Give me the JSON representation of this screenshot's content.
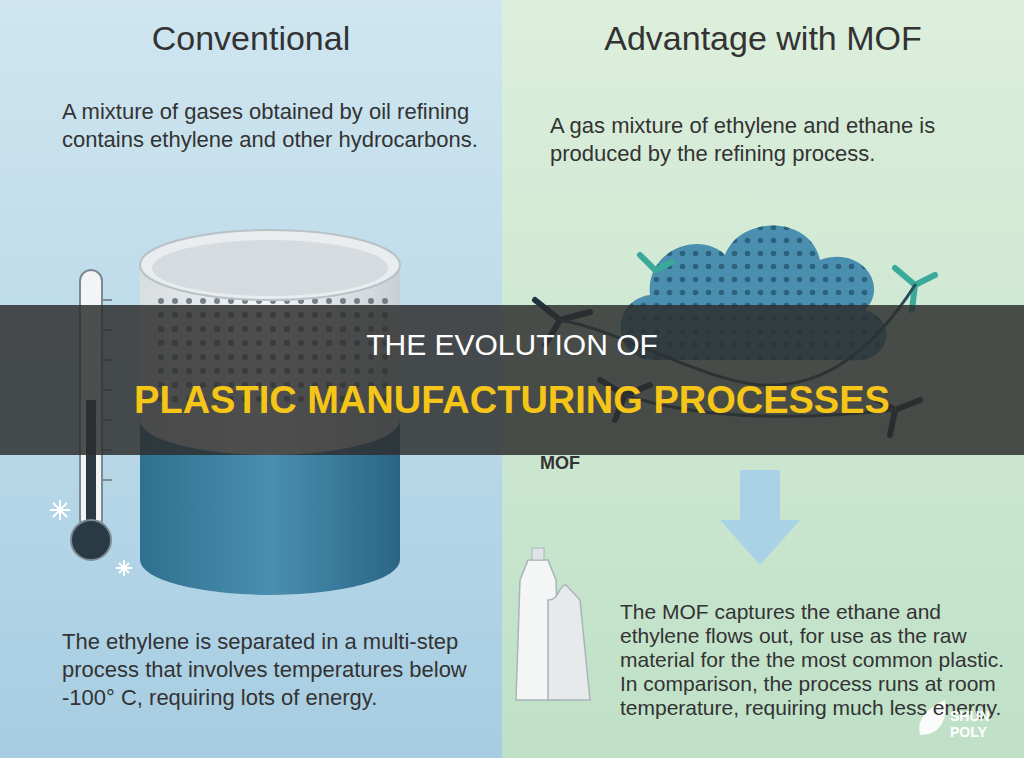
{
  "diagram": {
    "nodes": [
      {
        "text": [
          "Conventional",
          "A mixture of gases obtained by oil refining contains ethylene and other hydrocarbons.",
          "The ethylene is separated in a multi-step process that involves temperatures below -100° C, requiring lots of energy."
        ]
      },
      {
        "text": [
          "Advantage with MOF",
          "A gas mixture of ethylene and ethane is produced by the refining process.",
          "The MOF captures the ethane and ethylene flows out, for use as the raw material for the the most common plastic. In comparison, the process runs at room temperature, requiring much less energy."
        ]
      },
      {
        "text": [
          "THE EVOLUTION OF",
          "PLASTIC MANUFACTURING PROCESSES"
        ]
      }
    ],
    "labels": [
      "MOF",
      "SHUN POLY"
    ]
  }
}
